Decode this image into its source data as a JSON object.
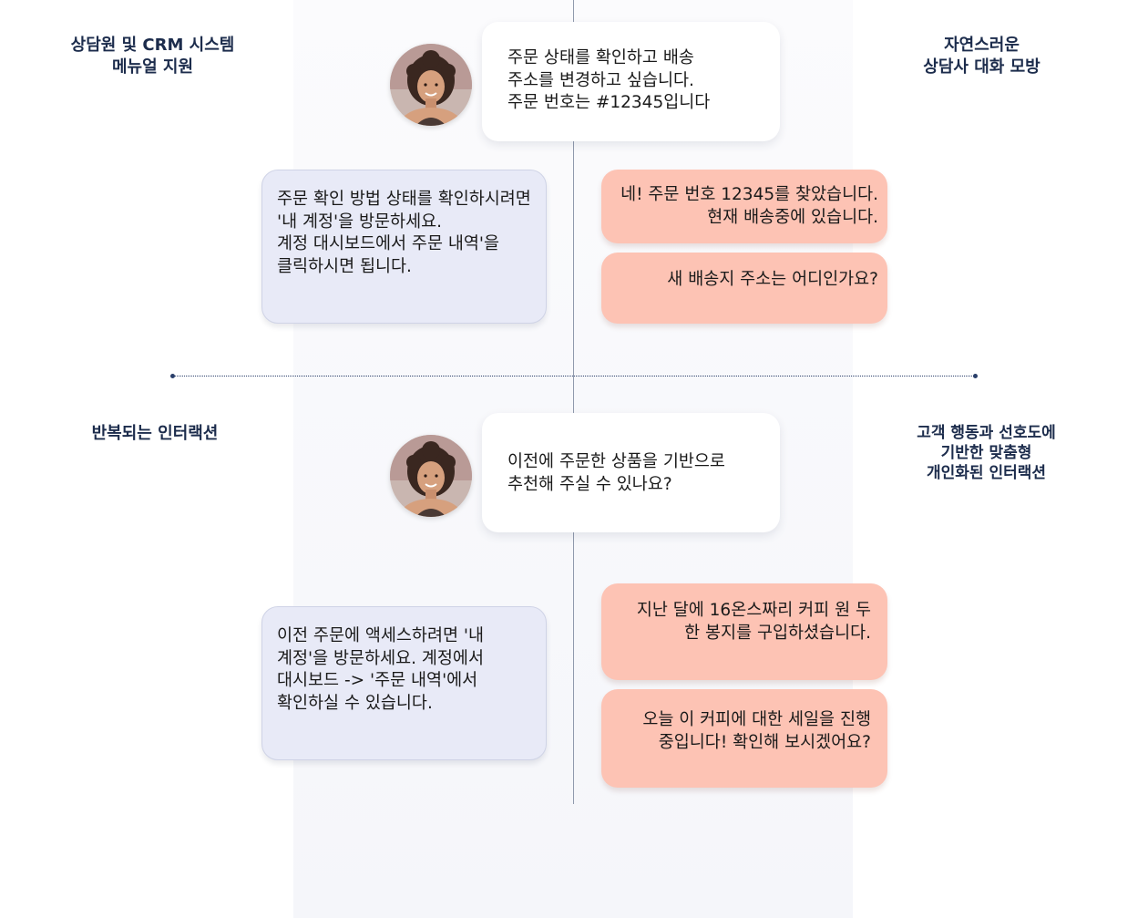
{
  "labels": {
    "top_left": "상담원 및 CRM 시스템\n메뉴얼 지원",
    "top_right": "자연스러운\n상담사 대화 모방",
    "bottom_left": "반복되는 인터랙션",
    "bottom_right": "고객 행동과 선호도에\n기반한 맞춤형\n개인화된 인터랙션"
  },
  "section_top": {
    "customer_message": "주문 상태를 확인하고 배송\n주소를 변경하고 싶습니다.\n주문 번호는 #12345입니다",
    "manual_response": "주문 확인 방법 상태를 확인하시려면\n'내 계정'을 방문하세요.\n계정 대시보드에서 주문 내역'을\n클릭하시면 됩니다.",
    "agent_responses": [
      "네! 주문 번호 12345를 찾았습니다.\n현재 배송중에 있습니다.",
      "새 배송지 주소는 어디인가요?"
    ]
  },
  "section_bottom": {
    "customer_message": "이전에 주문한 상품을 기반으로\n추천해 주실 수 있나요?",
    "manual_response": "이전 주문에 액세스하려면 '내\n계정'을 방문하세요. 계정에서\n대시보드 -> '주문 내역'에서\n확인하실 수 있습니다.",
    "agent_responses": [
      "지난 달에 16온스짜리 커피 원 두\n한 봉지를 구입하셨습니다.",
      "오늘 이 커피에 대한 세일을 진행\n중입니다! 확인해 보시겠어요?"
    ]
  },
  "colors": {
    "label_text": "#1c2c4c",
    "manual_bubble": "#e8eaf7",
    "agent_bubble": "#fdc3b4",
    "customer_bubble": "#ffffff",
    "divider": "#2a3f6a"
  }
}
